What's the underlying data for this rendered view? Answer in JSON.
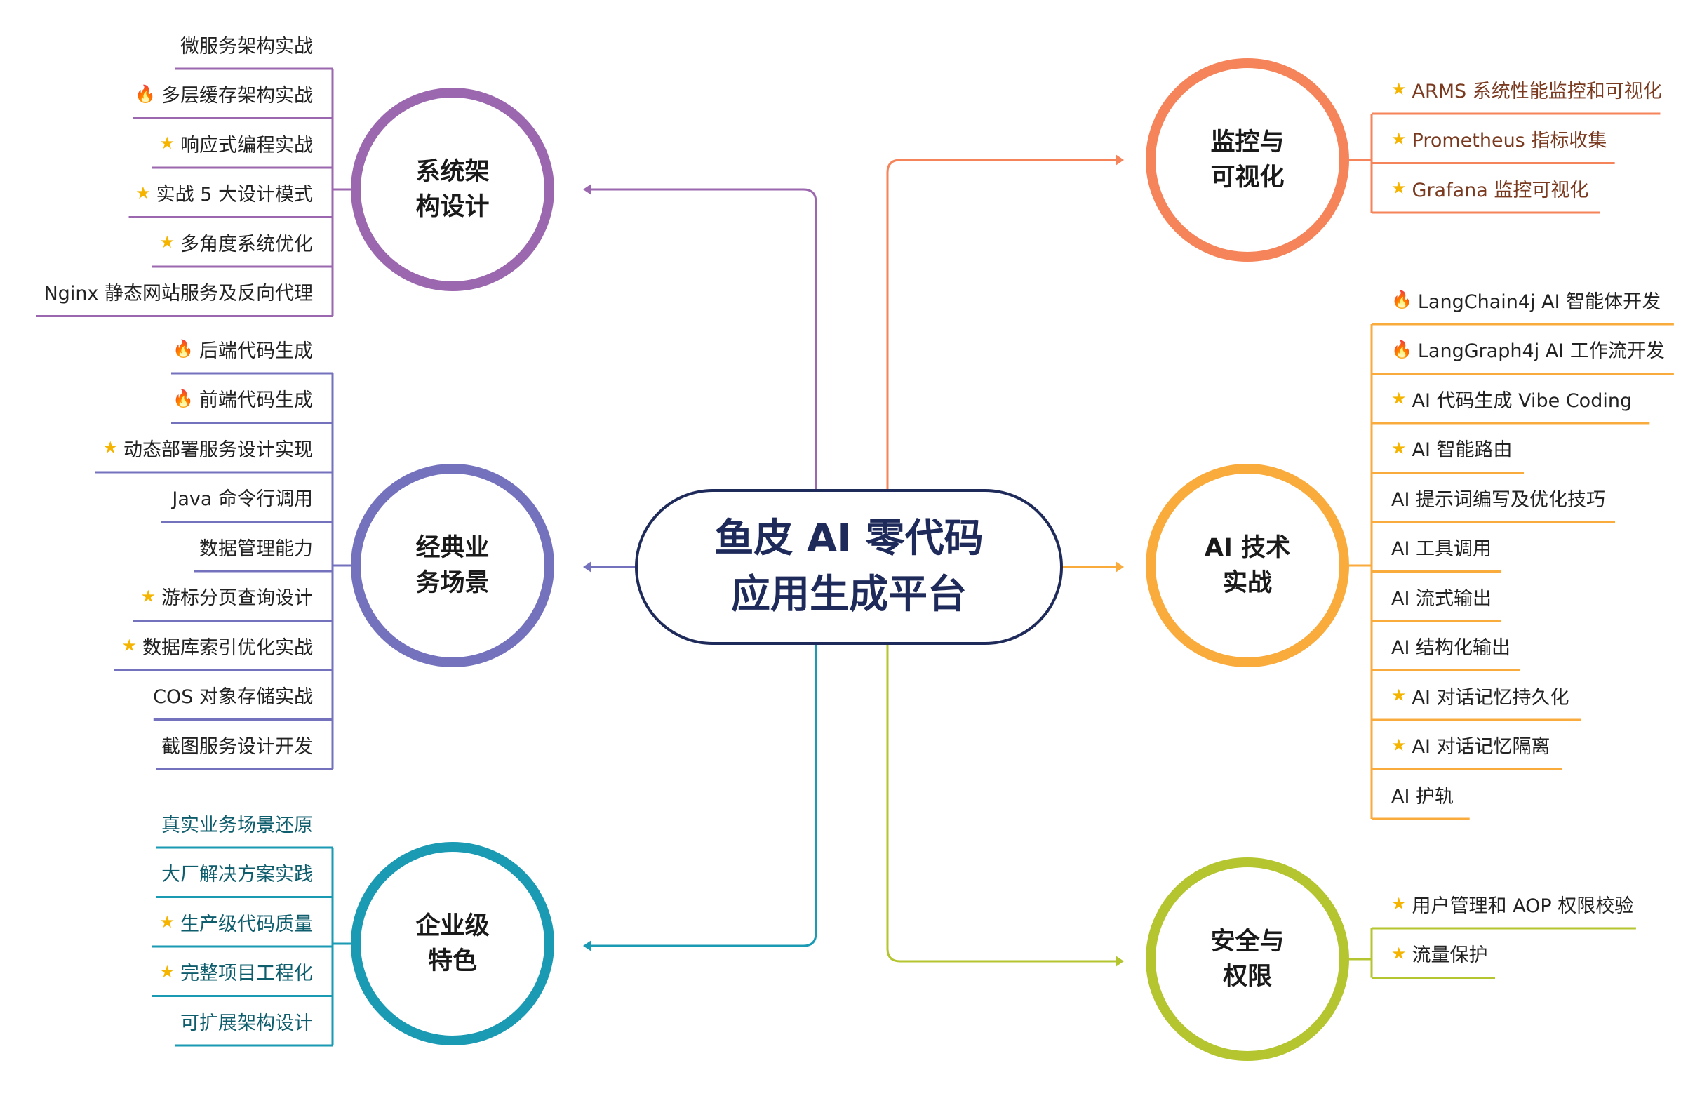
{
  "center": {
    "line1": "鱼皮 AI 零代码",
    "line2": "应用生成平台",
    "color": "#1e2a5a"
  },
  "branches": [
    {
      "id": "sys",
      "side": "left",
      "color": "#9b67ae",
      "title": [
        "系统架",
        "构设计"
      ],
      "items": [
        {
          "text": "微服务架构实战",
          "icon": ""
        },
        {
          "text": "多层缓存架构实战",
          "icon": "fire"
        },
        {
          "text": "响应式编程实战",
          "icon": "star"
        },
        {
          "text": "实战 5 大设计模式",
          "icon": "star"
        },
        {
          "text": "多角度系统优化",
          "icon": "star"
        },
        {
          "text": "Nginx 静态网站服务及反向代理",
          "icon": ""
        }
      ]
    },
    {
      "id": "biz",
      "side": "left",
      "color": "#7472bd",
      "title": [
        "经典业",
        "务场景"
      ],
      "items": [
        {
          "text": "后端代码生成",
          "icon": "fire"
        },
        {
          "text": "前端代码生成",
          "icon": "fire"
        },
        {
          "text": "动态部署服务设计实现",
          "icon": "star"
        },
        {
          "text": "Java 命令行调用",
          "icon": ""
        },
        {
          "text": "数据管理能力",
          "icon": ""
        },
        {
          "text": "游标分页查询设计",
          "icon": "star"
        },
        {
          "text": "数据库索引优化实战",
          "icon": "star"
        },
        {
          "text": "COS 对象存储实战",
          "icon": ""
        },
        {
          "text": "截图服务设计开发",
          "icon": ""
        }
      ]
    },
    {
      "id": "ent",
      "side": "left",
      "color": "#1a9ab3",
      "title": [
        "企业级",
        "特色"
      ],
      "items": [
        {
          "text": "真实业务场景还原",
          "icon": ""
        },
        {
          "text": "大厂解决方案实践",
          "icon": ""
        },
        {
          "text": "生产级代码质量",
          "icon": "star"
        },
        {
          "text": "完整项目工程化",
          "icon": "star"
        },
        {
          "text": "可扩展架构设计",
          "icon": ""
        }
      ]
    },
    {
      "id": "mon",
      "side": "right",
      "color": "#f6845a",
      "title": [
        "监控与",
        "可视化"
      ],
      "items": [
        {
          "text": "ARMS 系统性能监控和可视化",
          "icon": "star"
        },
        {
          "text": "Prometheus 指标收集",
          "icon": "star"
        },
        {
          "text": "Grafana 监控可视化",
          "icon": "star"
        }
      ]
    },
    {
      "id": "ai",
      "side": "right",
      "color": "#f9ab3c",
      "title": [
        "AI 技术",
        "实战"
      ],
      "items": [
        {
          "text": "LangChain4j AI 智能体开发",
          "icon": "fire"
        },
        {
          "text": "LangGraph4j AI 工作流开发",
          "icon": "fire"
        },
        {
          "text": "AI 代码生成 Vibe Coding",
          "icon": "star"
        },
        {
          "text": "AI 智能路由",
          "icon": "star"
        },
        {
          "text": "AI 提示词编写及优化技巧",
          "icon": ""
        },
        {
          "text": "AI 工具调用",
          "icon": ""
        },
        {
          "text": "AI 流式输出",
          "icon": ""
        },
        {
          "text": "AI 结构化输出",
          "icon": ""
        },
        {
          "text": "AI 对话记忆持久化",
          "icon": "star"
        },
        {
          "text": "AI 对话记忆隔离",
          "icon": "star"
        },
        {
          "text": "AI  护轨",
          "icon": ""
        }
      ]
    },
    {
      "id": "sec",
      "side": "right",
      "color": "#b5c530",
      "title": [
        "安全与",
        "权限"
      ],
      "items": [
        {
          "text": "用户管理和 AOP 权限校验",
          "icon": "star"
        },
        {
          "text": "流量保护",
          "icon": "star"
        }
      ]
    }
  ]
}
